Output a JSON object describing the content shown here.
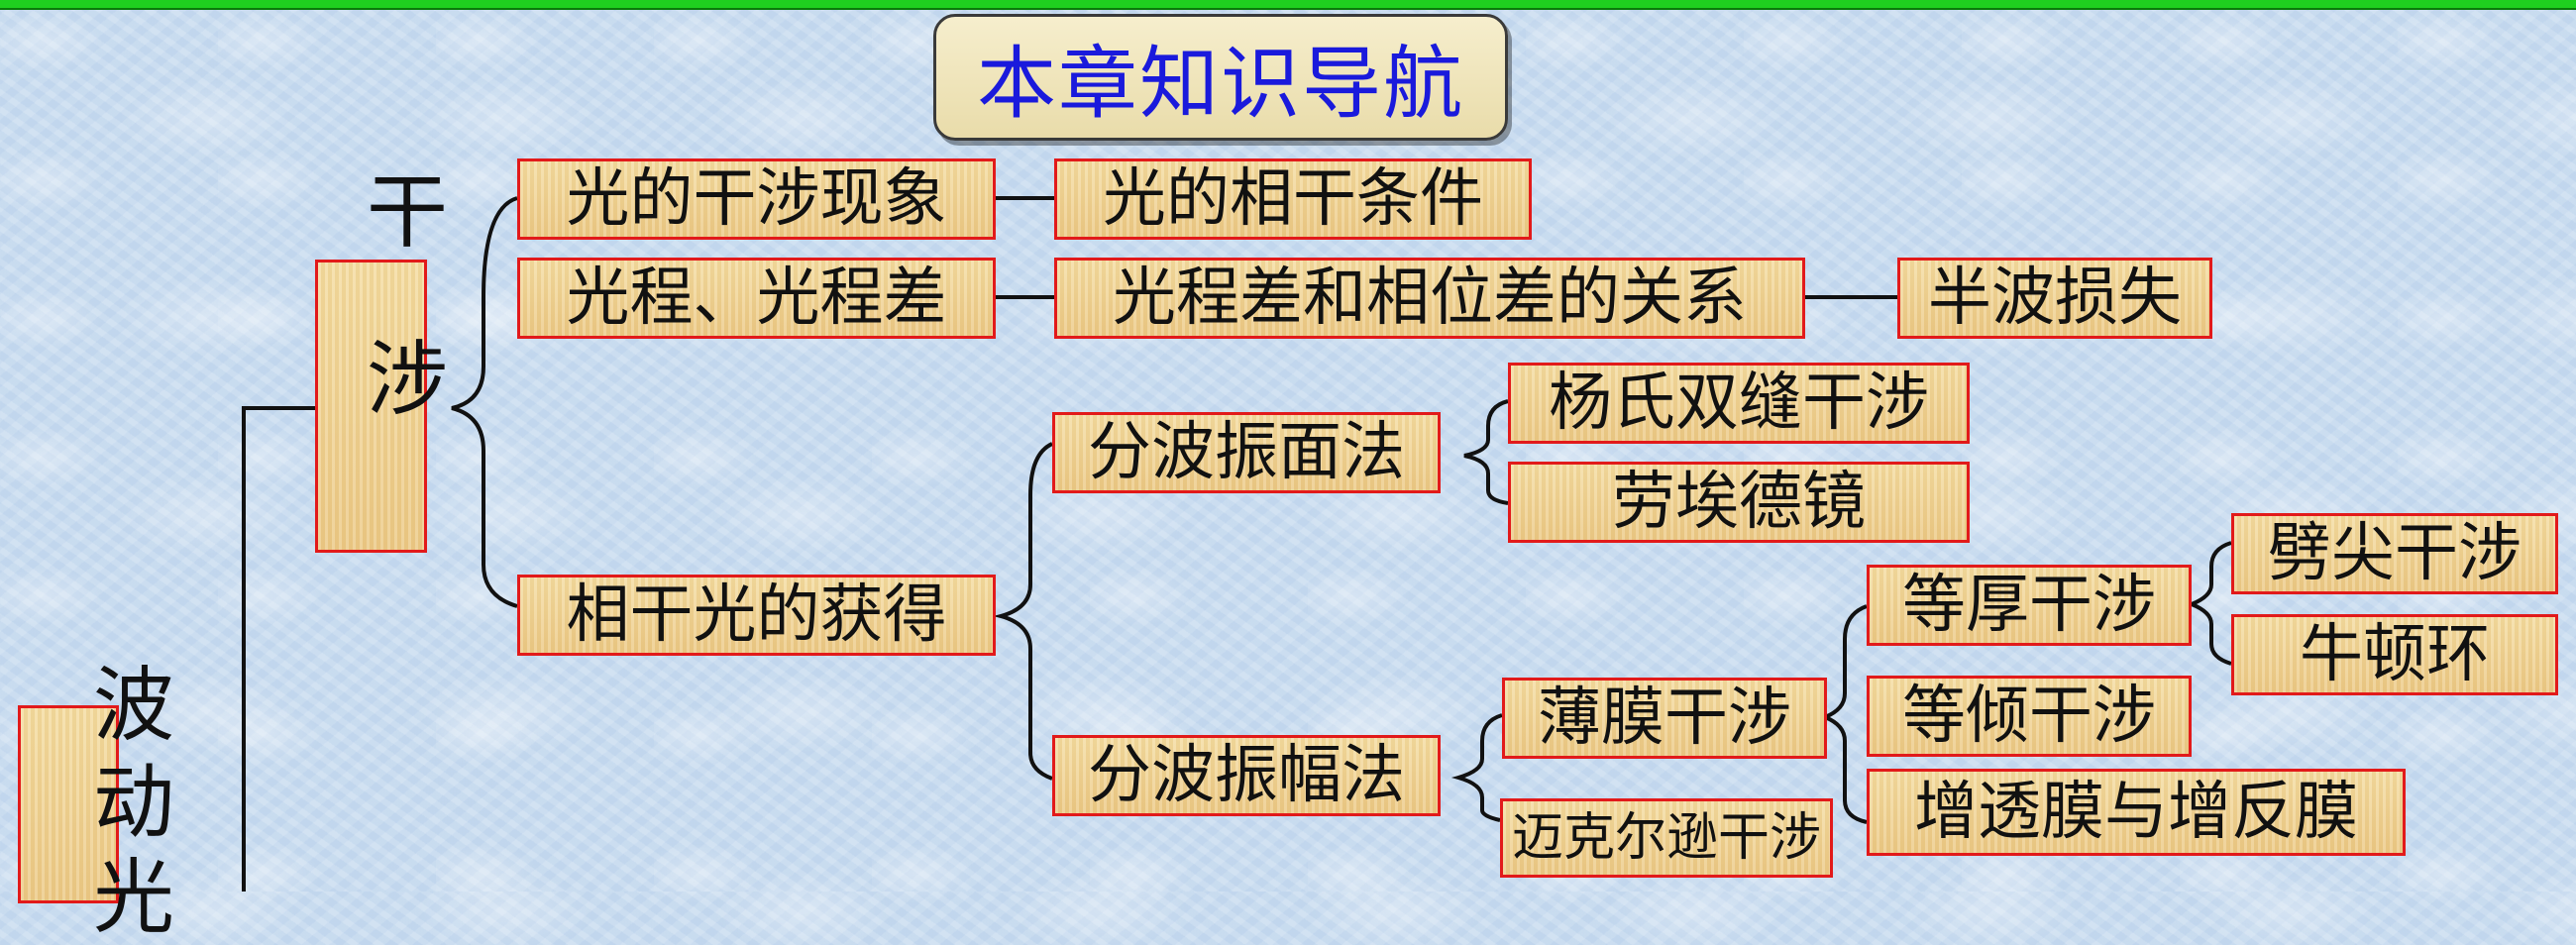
{
  "title": "本章知识导航",
  "root": [
    "波",
    "动",
    "光"
  ],
  "branch": [
    "干",
    "涉"
  ],
  "nodes": {
    "interference_phenomenon": "光的干涉现象",
    "coherence_condition": "光的相干条件",
    "optical_path": "光程、光程差",
    "path_phase_relation": "光程差和相位差的关系",
    "half_wave_loss": "半波损失",
    "coherent_light": "相干光的获得",
    "wavefront_division": "分波振面法",
    "young_double_slit": "杨氏双缝干涉",
    "lloyd_mirror": "劳埃德镜",
    "amplitude_division": "分波振幅法",
    "thin_film": "薄膜干涉",
    "michelson": "迈克尔逊干涉",
    "equal_thickness": "等厚干涉",
    "wedge": "劈尖干涉",
    "newton_rings": "牛顿环",
    "equal_inclination": "等倾干涉",
    "coatings": "增透膜与增反膜"
  },
  "colors": {
    "title_text": "#1a1adc",
    "node_border": "#e21a1a",
    "node_fill": "#ecc985",
    "top_bar": "#1fd01f"
  }
}
